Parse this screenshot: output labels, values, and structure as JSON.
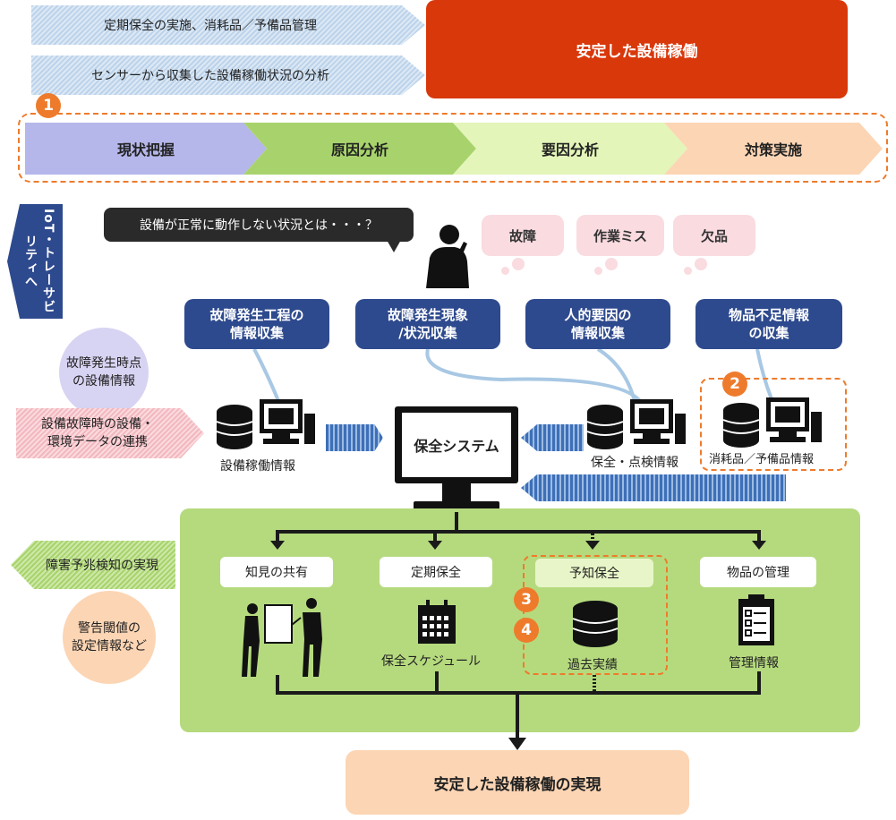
{
  "top": {
    "arrow1": "定期保全の実施、消耗品／予備品管理",
    "arrow2": "センサーから収集した設備稼働状況の分析",
    "result": "安定した設備稼働"
  },
  "badges": {
    "n1": "1",
    "n2": "2",
    "n3": "3",
    "n4": "4"
  },
  "steps": [
    "現状把握",
    "原因分析",
    "要因分析",
    "対策実施"
  ],
  "left_arrow": "IoT・トレーサビリティへ",
  "speech": "設備が正常に動作しない状況とは・・・？",
  "clouds": [
    "故障",
    "作業ミス",
    "欠品"
  ],
  "collect": [
    {
      "line1": "故障発生工程の",
      "line2": "情報収集"
    },
    {
      "line1": "故障発生現象",
      "line2": "/状況収集"
    },
    {
      "line1": "人的要因の",
      "line2": "情報収集"
    },
    {
      "line1": "物品不足情報",
      "line2": "の収集"
    }
  ],
  "purple_circle": {
    "line1": "故障発生時点",
    "line2": "の設備情報"
  },
  "pink_arrow": {
    "line1": "設備故障時の設備・",
    "line2": "環境データの連携"
  },
  "computers": {
    "equip": "設備稼働情報",
    "maint": "保全・点検情報",
    "parts": "消耗品／予備品情報"
  },
  "system": "保全システム",
  "green_arrow": "障害予兆検知の実現",
  "orange_circle": {
    "line1": "警告閾値の",
    "line2": "設定情報など"
  },
  "functions": {
    "share": "知見の共有",
    "periodic": "定期保全",
    "predictive": "予知保全",
    "goods": "物品の管理",
    "schedule": "保全スケジュール",
    "history": "過去実績",
    "mgmt": "管理情報"
  },
  "bottom": "安定した設備稼働の実現",
  "colors": {
    "result_red": "#d9380b",
    "navy": "#2e4a8e",
    "green_panel": "#b5da7e",
    "orange": "#ee7b2c",
    "bottom_peach": "#fcd5b4"
  }
}
